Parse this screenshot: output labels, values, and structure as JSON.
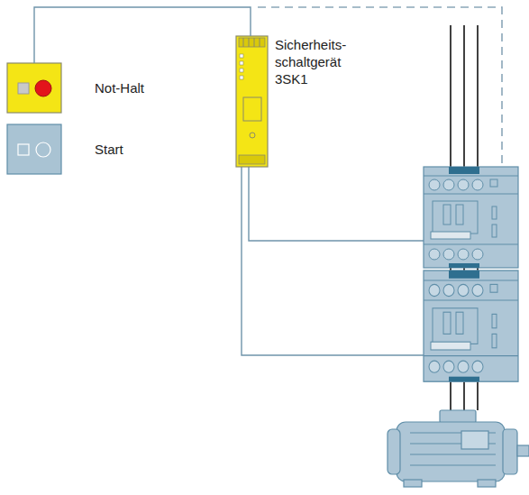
{
  "diagram": {
    "nodes": [
      {
        "text": [
          "Not-Halt"
        ]
      },
      {
        "text": [
          "Start"
        ]
      },
      {
        "text": [
          "Sicherheits- schaltgerät 3SK1"
        ]
      }
    ],
    "edges": [
      {
        "from": 0,
        "to": 2,
        "arrow": "none"
      }
    ]
  }
}
